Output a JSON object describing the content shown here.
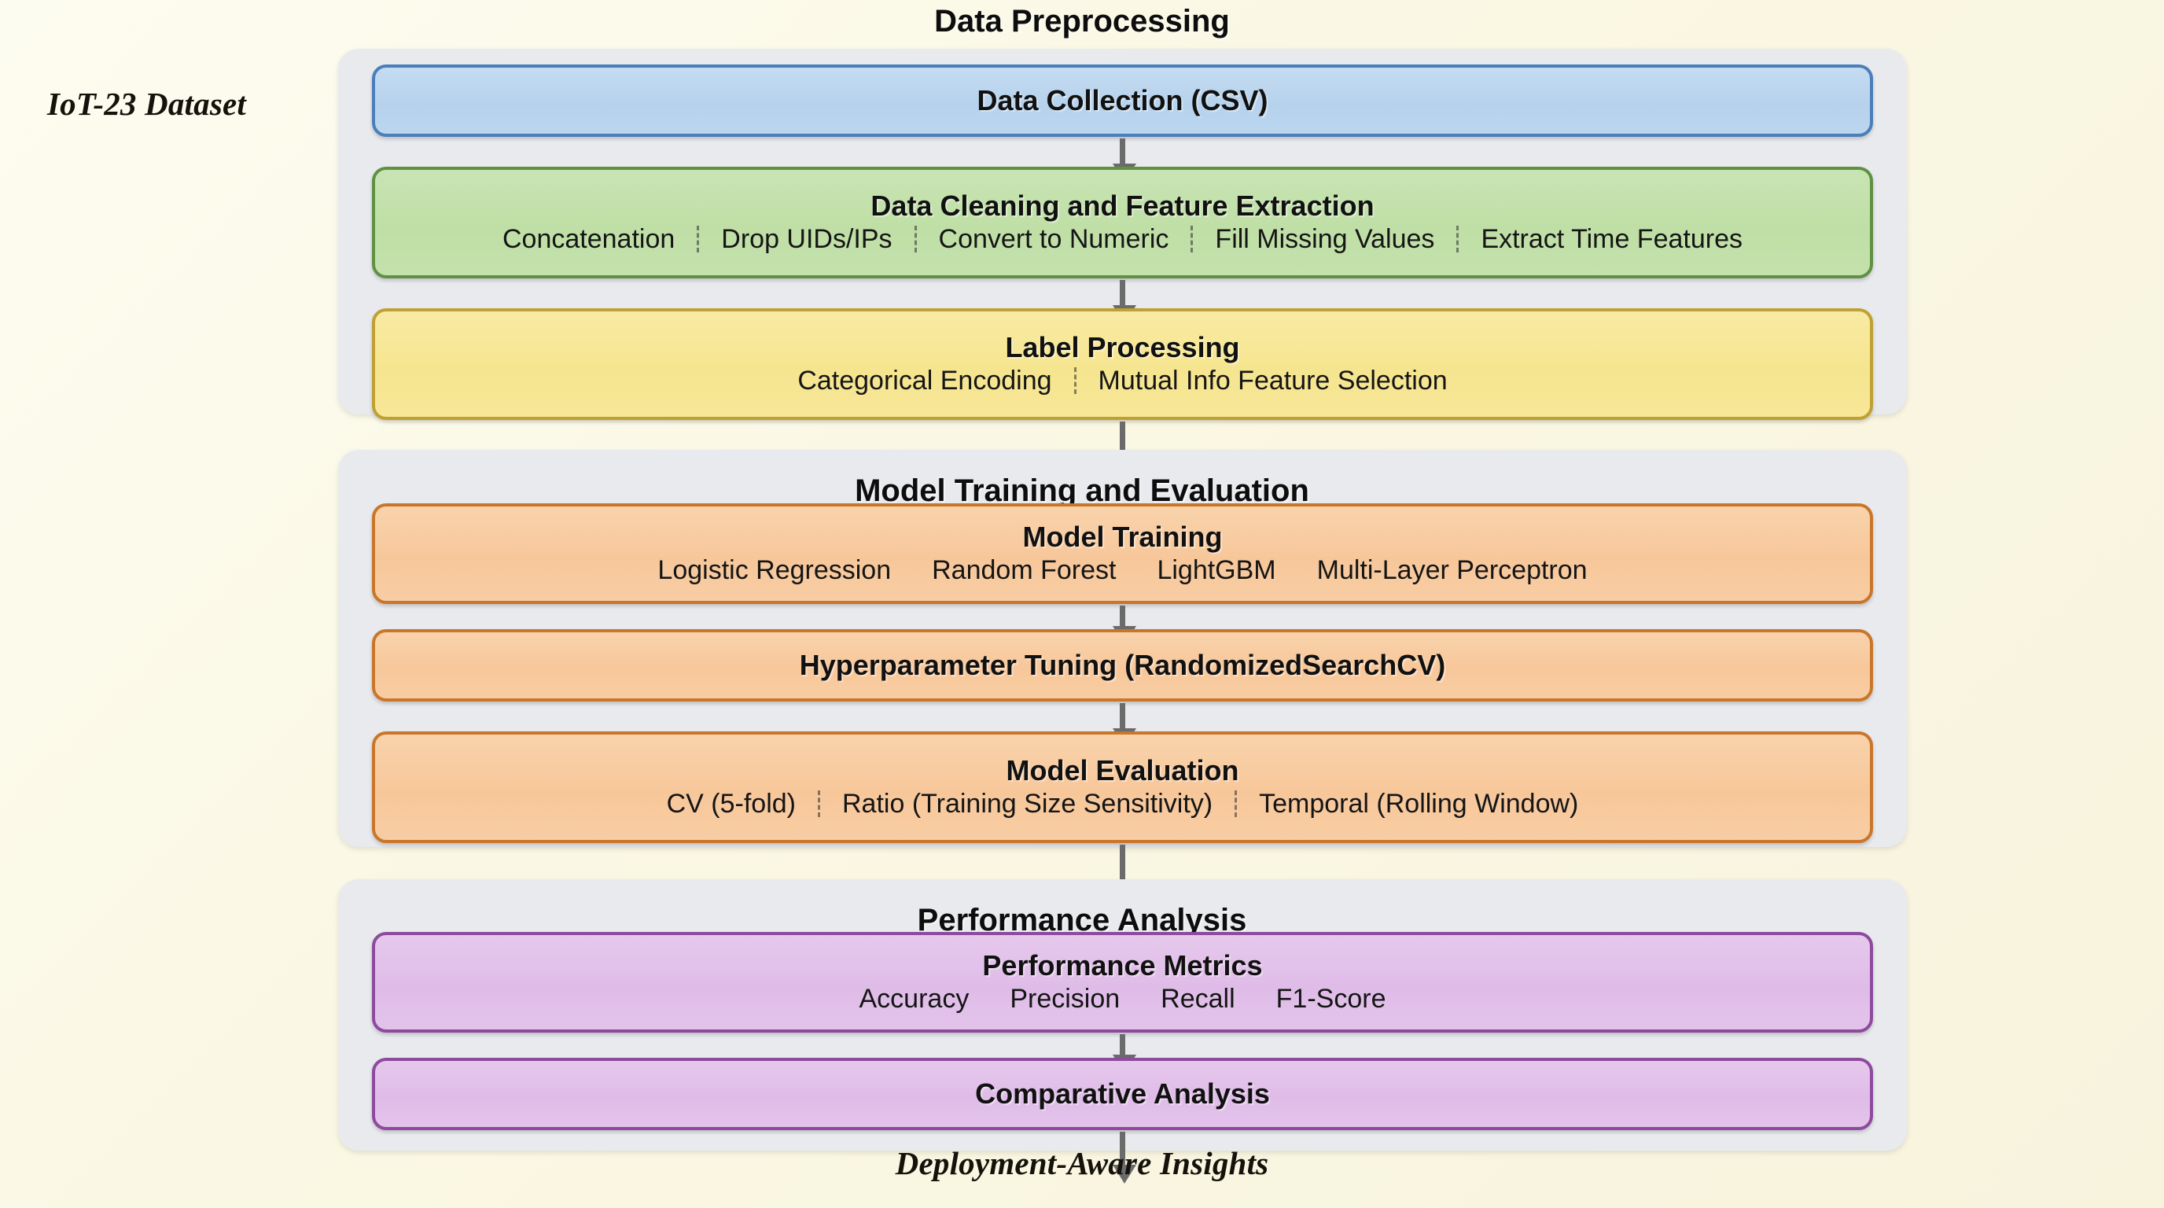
{
  "source_label": "IoT-23 Dataset",
  "sink_label": "Deployment-Aware Insights",
  "groups": {
    "preprocessing": {
      "title": "Data Preprocessing"
    },
    "training": {
      "title": "Model Training and Evaluation"
    },
    "analysis": {
      "title": "Performance Analysis"
    }
  },
  "boxes": {
    "collection": {
      "title": "Data Collection (CSV)",
      "items": []
    },
    "cleaning": {
      "title": "Data Cleaning and Feature Extraction",
      "items": [
        "Concatenation",
        "Drop UIDs/IPs",
        "Convert to Numeric",
        "Fill Missing Values",
        "Extract Time Features"
      ]
    },
    "labeling": {
      "title": "Label Processing",
      "items": [
        "Categorical Encoding",
        "Mutual Info Feature Selection"
      ]
    },
    "model_training": {
      "title": "Model Training",
      "items": [
        "Logistic Regression",
        "Random Forest",
        "LightGBM",
        "Multi-Layer Perceptron"
      ]
    },
    "hyperparameter": {
      "title": "Hyperparameter Tuning (RandomizedSearchCV)",
      "items": []
    },
    "evaluation": {
      "title": "Model Evaluation",
      "items": [
        "CV (5-fold)",
        "Ratio (Training Size Sensitivity)",
        "Temporal (Rolling Window)"
      ]
    },
    "metrics": {
      "title": "Performance Metrics",
      "items": [
        "Accuracy",
        "Precision",
        "Recall",
        "F1-Score"
      ]
    },
    "comparative": {
      "title": "Comparative Analysis",
      "items": []
    }
  },
  "colors": {
    "background": "#fbf9e6",
    "panel": "#e9eaee",
    "collection": "#b6d2ec",
    "cleaning": "#bfdfa6",
    "labeling": "#f6e58f",
    "training": "#f7c79a",
    "analysis": "#dfbce8",
    "arrow": "#6b6b6b"
  }
}
